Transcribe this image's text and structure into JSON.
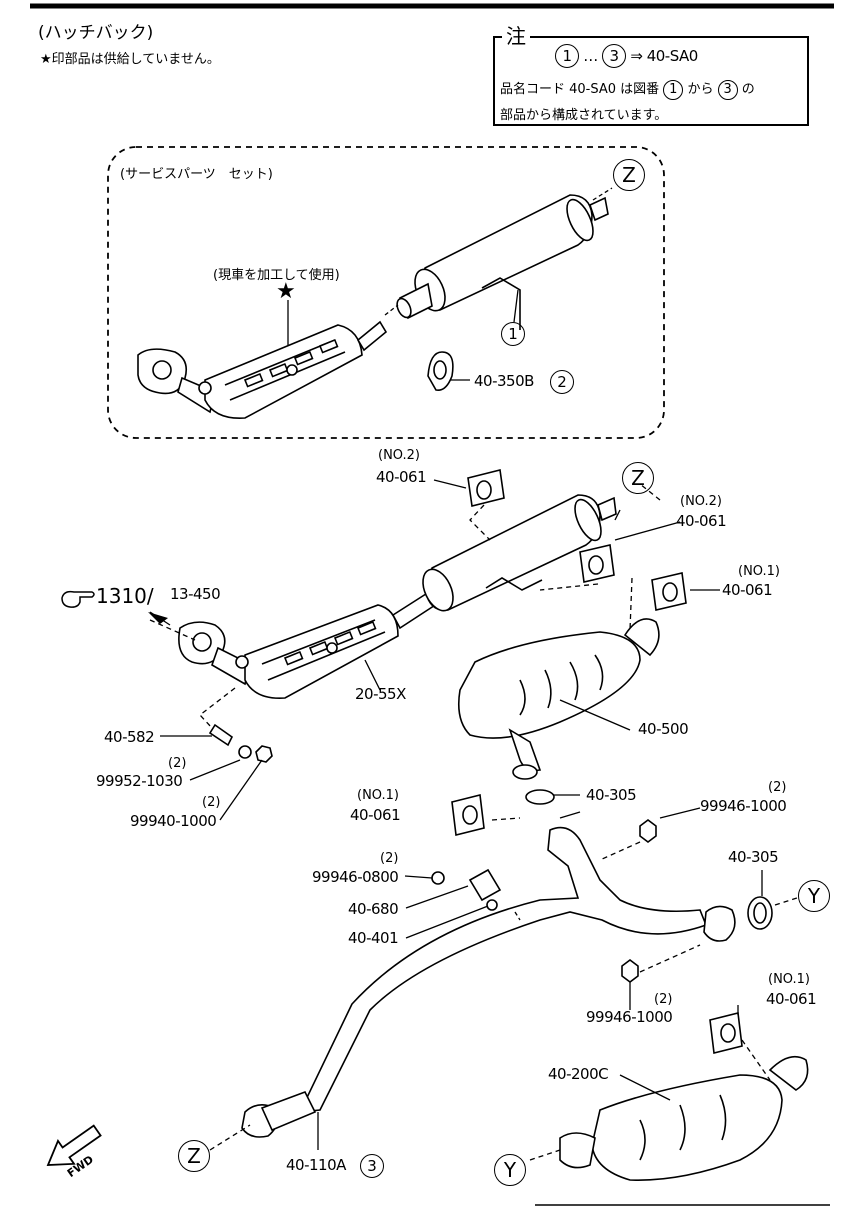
{
  "header": {
    "title": "(ハッチバック)",
    "note_line": "★印部品は供給していません。"
  },
  "note_box": {
    "title": "注",
    "range_from": "1",
    "dots": "…",
    "range_to": "3",
    "arrow": "⇒",
    "range_code": "40-SA0",
    "desc_1a": "品名コード 40-SA0 は図番",
    "desc_1b": "1",
    "desc_1c": "から",
    "desc_1d": "3",
    "desc_1e": "の",
    "desc_2": "部品から構成されています。"
  },
  "service_box": {
    "label": "(サービスパーツ　セット)",
    "modify_note": "(現車を加工して使用)",
    "star": "★",
    "ref_z": "Z",
    "item_1": "1",
    "clamp_part": "40-350B",
    "clamp_item": "2"
  },
  "labels": {
    "no2_a": "(NO.2)",
    "p_40061_a": "40-061",
    "z_a": "Z",
    "no2_b": "(NO.2)",
    "p_40061_b": "40-061",
    "no1_a": "(NO.1)",
    "p_40061_c": "40-061",
    "ref_1310": "1310",
    "ref_slash": "/",
    "ref_13450": "13-450",
    "p_2055x": "20-55X",
    "p_40500": "40-500",
    "p_40582": "40-582",
    "q2_a": "(2)",
    "p_99952": "99952-1030",
    "q2_b": "(2)",
    "p_99940": "99940-1000",
    "no1_b": "(NO.1)",
    "p_40061_d": "40-061",
    "p_40305_a": "40-305",
    "q2_c": "(2)",
    "p_99946_1000_a": "99946-1000",
    "q2_d": "(2)",
    "p_99946_0800": "99946-0800",
    "p_40680": "40-680",
    "p_40401": "40-401",
    "p_40305_b": "40-305",
    "y_a": "Y",
    "p_99946_1000_b": "99946-1000",
    "q2_e": "(2)",
    "no1_c": "(NO.1)",
    "p_40061_e": "40-061",
    "p_40200c": "40-200C",
    "z_b": "Z",
    "p_40110a": "40-110A",
    "item_3": "3",
    "y_b": "Y",
    "fwd": "FWD"
  }
}
